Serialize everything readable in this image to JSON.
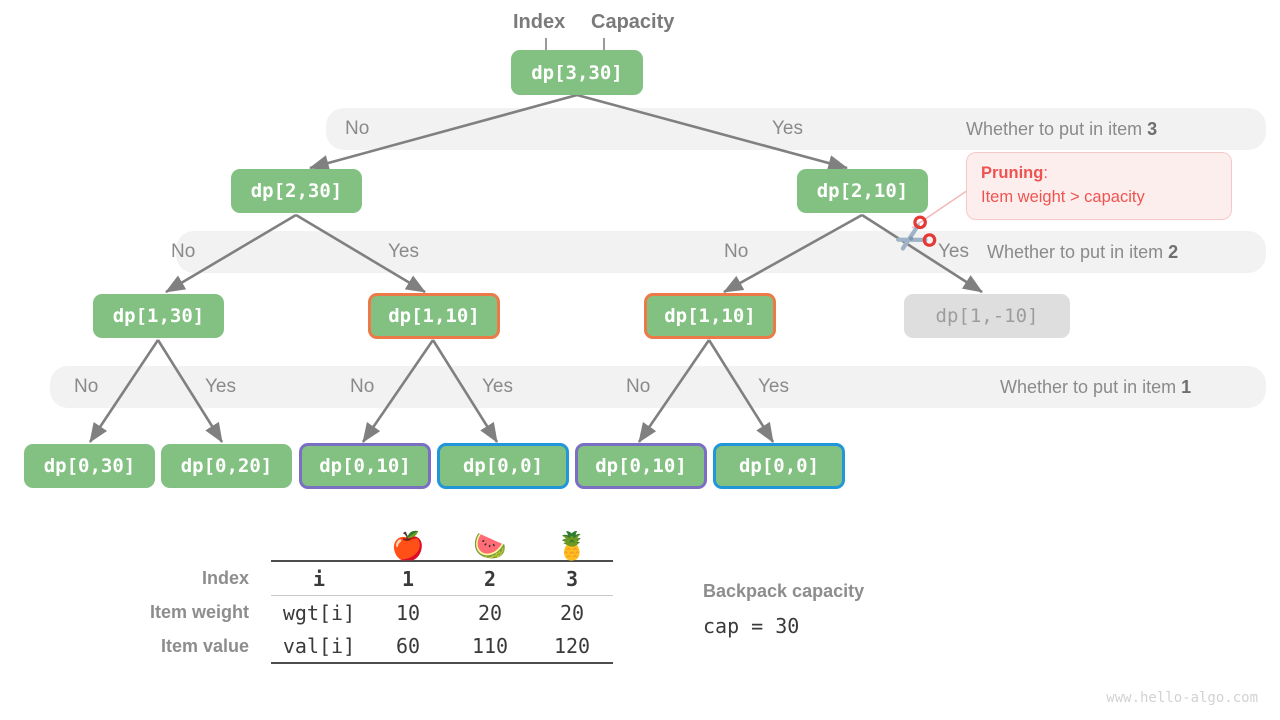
{
  "title": "0-1 Knapsack recursion tree with pruning",
  "watermark": "www.hello-algo.com",
  "header_annotations": {
    "index": "Index",
    "capacity": "Capacity"
  },
  "colors": {
    "node_green": "#83c182",
    "node_muted": "#dedede",
    "border_orange": "#ec7a48",
    "border_purple": "#7b6fc4",
    "border_blue": "#2196d8",
    "band_grey": "#f2f2f2",
    "edge_grey": "#808080",
    "prune_red": "#ef5350",
    "prune_bg": "#fdeeee",
    "text_grey": "#8a8a8a"
  },
  "bands": [
    {
      "question": "Whether to put in item",
      "item": "3",
      "choices": [
        "No",
        "Yes"
      ]
    },
    {
      "question": "Whether to put in item",
      "item": "2",
      "choices": [
        "No",
        "Yes",
        "No",
        "Yes"
      ]
    },
    {
      "question": "Whether to put in item",
      "item": "1",
      "choices": [
        "No",
        "Yes",
        "No",
        "Yes",
        "No",
        "Yes"
      ]
    }
  ],
  "nodes": {
    "root": {
      "label": "dp[3,30]",
      "style": "green"
    },
    "level2": [
      {
        "label": "dp[2,30]",
        "style": "green"
      },
      {
        "label": "dp[2,10]",
        "style": "green"
      }
    ],
    "level1": [
      {
        "label": "dp[1,30]",
        "style": "green"
      },
      {
        "label": "dp[1,10]",
        "style": "orange"
      },
      {
        "label": "dp[1,10]",
        "style": "orange"
      },
      {
        "label": "dp[1,-10]",
        "style": "muted"
      }
    ],
    "level0": [
      {
        "label": "dp[0,30]",
        "style": "green"
      },
      {
        "label": "dp[0,20]",
        "style": "green"
      },
      {
        "label": "dp[0,10]",
        "style": "purple"
      },
      {
        "label": "dp[0,0]",
        "style": "blue"
      },
      {
        "label": "dp[0,10]",
        "style": "purple"
      },
      {
        "label": "dp[0,0]",
        "style": "blue"
      }
    ]
  },
  "pruning": {
    "title": "Pruning",
    "colon": ":",
    "reason": "Item weight > capacity",
    "icon": "scissors-icon"
  },
  "table": {
    "items": [
      "apple",
      "watermelon",
      "pineapple"
    ],
    "emojis": [
      "🍎",
      "🍉",
      "🍍"
    ],
    "rows": [
      {
        "label": "Index",
        "key": "i",
        "values": [
          "1",
          "2",
          "3"
        ],
        "bold": true
      },
      {
        "label": "Item weight",
        "key": "wgt[i]",
        "values": [
          "10",
          "20",
          "20"
        ],
        "bold": false
      },
      {
        "label": "Item value",
        "key": "val[i]",
        "values": [
          "60",
          "110",
          "120"
        ],
        "bold": false
      }
    ]
  },
  "capacity_note": {
    "title": "Backpack capacity",
    "value": "cap = 30"
  }
}
